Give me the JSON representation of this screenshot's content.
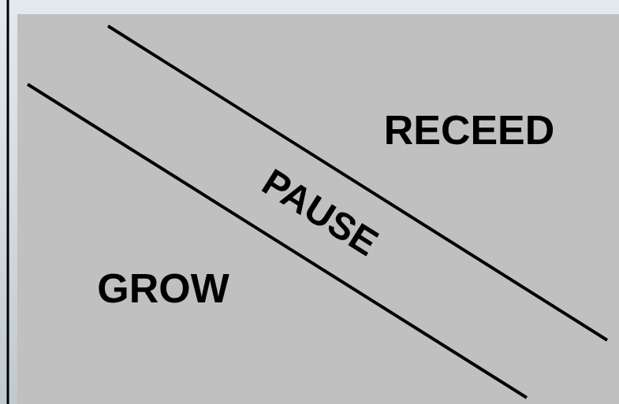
{
  "diagram": {
    "labels": [
      "RECEED",
      "PAUSE",
      "GROW"
    ]
  }
}
